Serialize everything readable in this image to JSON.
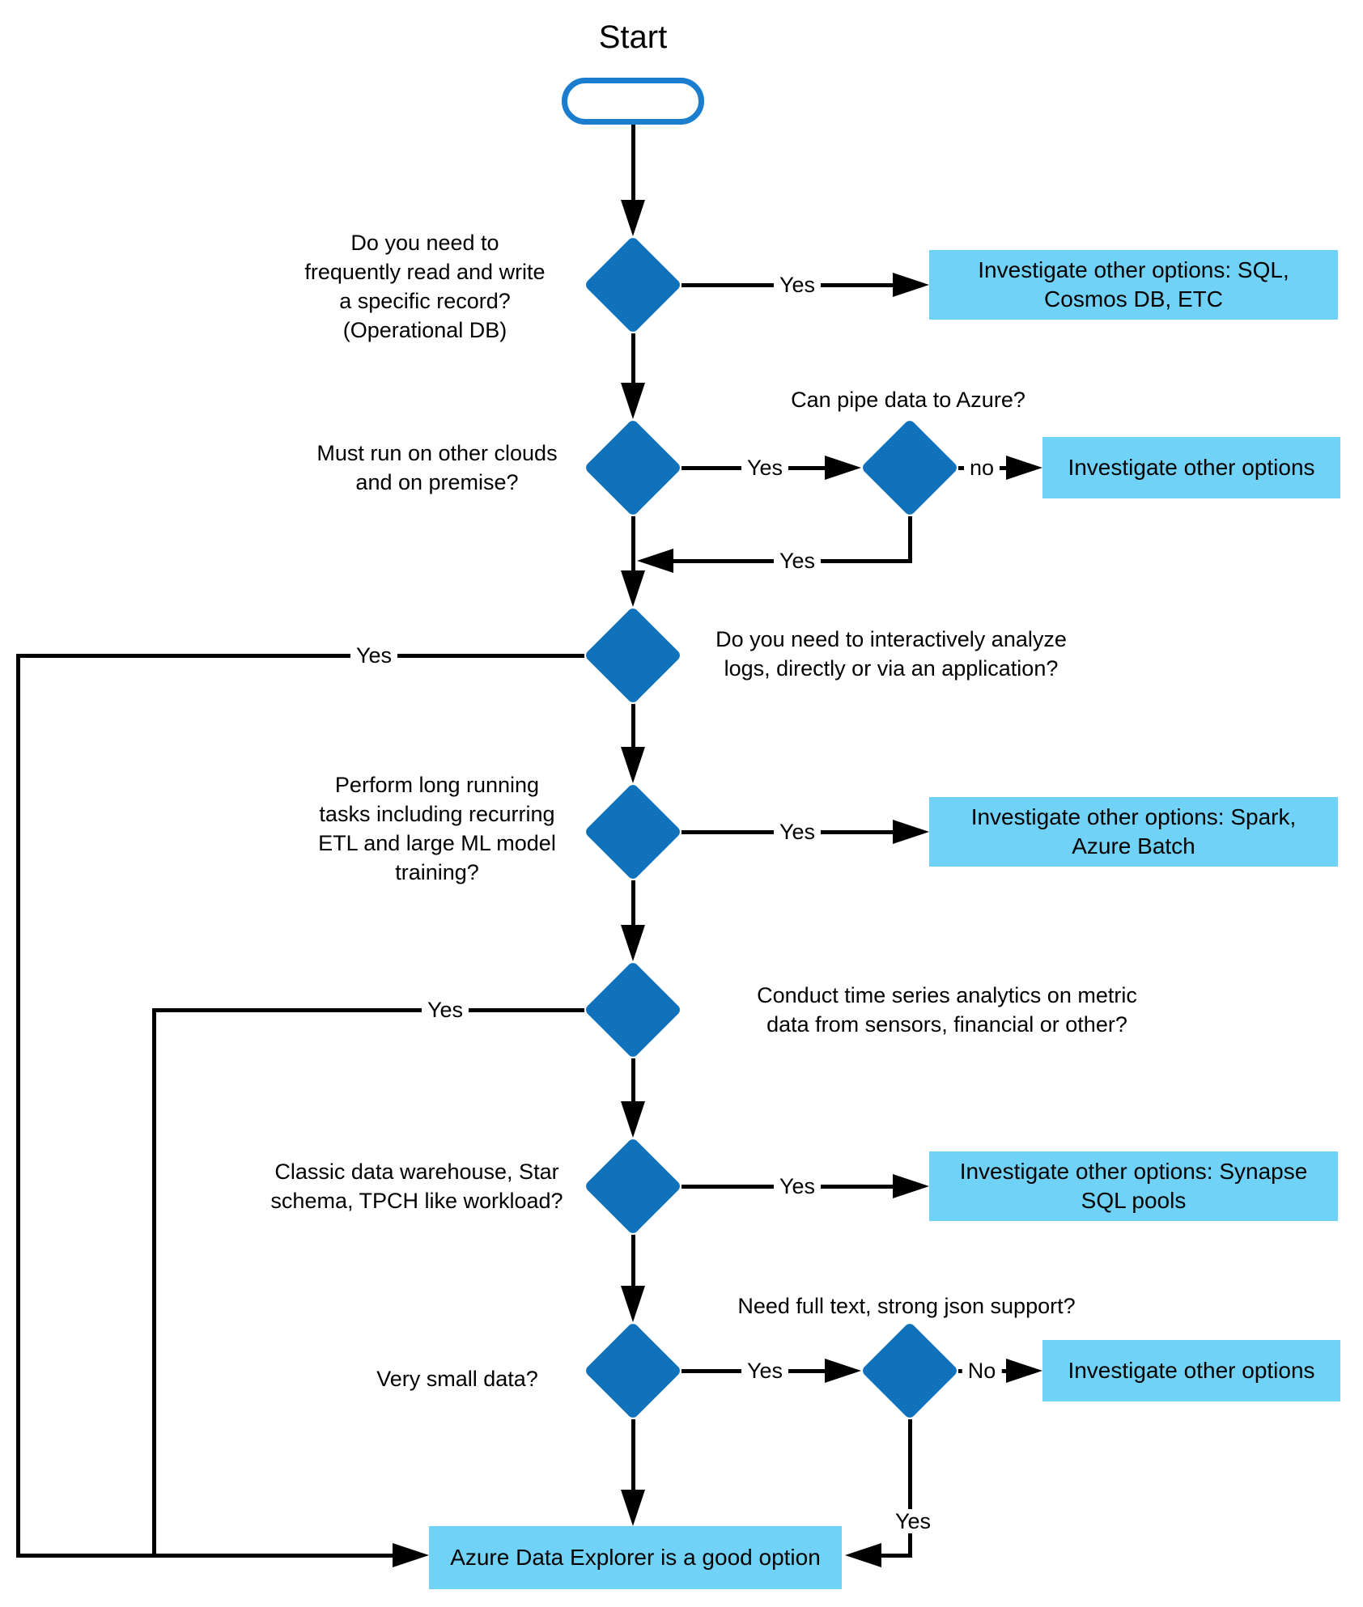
{
  "colors": {
    "decision_fill": "#1172BC",
    "terminator_outline": "#1B7DCE",
    "option_box_fill": "#70D2F6",
    "connector": "#000000",
    "text": "#000000",
    "background": "#FFFFFF"
  },
  "nodes": {
    "start": {
      "label": "Start"
    },
    "q_read_write": {
      "lines": [
        "Do you need to",
        "frequently read and write",
        "a specific record?",
        "(Operational DB)"
      ]
    },
    "q_other_clouds": {
      "lines": [
        "Must run on other clouds",
        "and on premise?"
      ]
    },
    "q_pipe_azure": {
      "lines": [
        "Can pipe data to Azure?"
      ]
    },
    "q_interactive_logs": {
      "lines": [
        "Do you need to interactively analyze",
        "logs, directly or via an application?"
      ]
    },
    "q_long_running": {
      "lines": [
        "Perform long running",
        "tasks including recurring",
        "ETL and large ML model",
        "training?"
      ]
    },
    "q_time_series": {
      "lines": [
        "Conduct time series analytics on metric",
        "data from sensors, financial or other?"
      ]
    },
    "q_classic_dw": {
      "lines": [
        "Classic data warehouse, Star",
        "schema, TPCH like workload?"
      ]
    },
    "q_small_data": {
      "lines": [
        "Very small data?"
      ]
    },
    "q_full_text": {
      "lines": [
        "Need full text, strong json support?"
      ]
    },
    "box_sql_cosmos": {
      "lines": [
        "Investigate other options: SQL,",
        "Cosmos DB, ETC"
      ]
    },
    "box_other_options_1": {
      "lines": [
        "Investigate other options"
      ]
    },
    "box_spark_batch": {
      "lines": [
        "Investigate other options: Spark,",
        "Azure Batch"
      ]
    },
    "box_synapse": {
      "lines": [
        "Investigate other options: Synapse",
        "SQL pools"
      ]
    },
    "box_other_options_2": {
      "lines": [
        "Investigate other options"
      ]
    },
    "box_adx": {
      "lines": [
        "Azure Data Explorer is a good option"
      ]
    }
  },
  "edge_labels": {
    "read_write_yes": "Yes",
    "other_clouds_yes": "Yes",
    "pipe_no": "no",
    "pipe_yes": "Yes",
    "interactive_logs_yes": "Yes",
    "long_running_yes": "Yes",
    "time_series_yes": "Yes",
    "classic_dw_yes": "Yes",
    "small_data_yes": "Yes",
    "full_text_no": "No",
    "full_text_yes": "Yes"
  }
}
